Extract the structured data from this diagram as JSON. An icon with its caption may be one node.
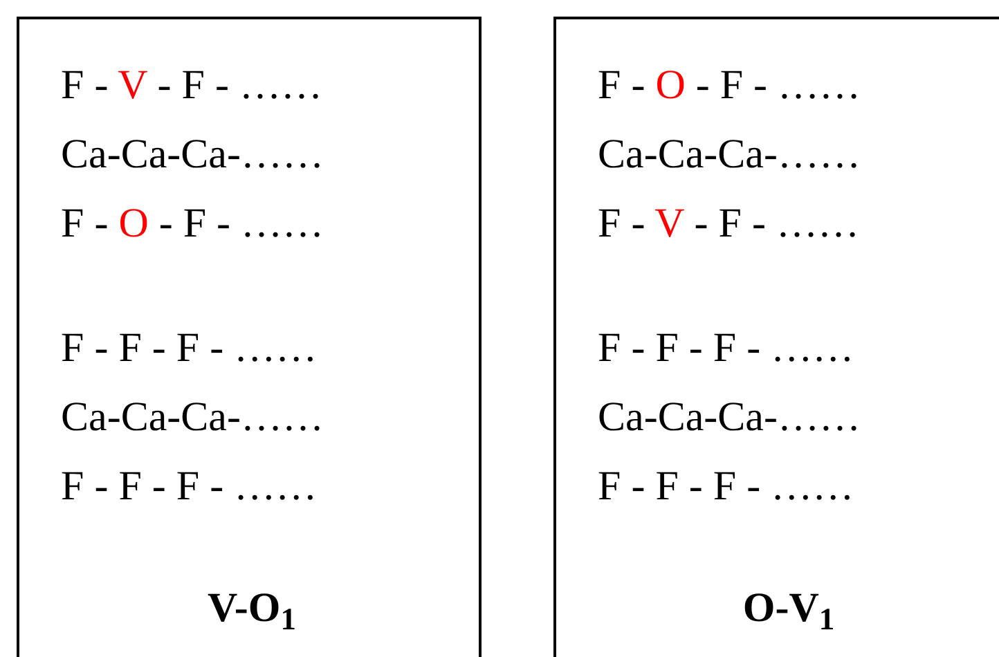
{
  "diagram": {
    "nodes": [
      {
        "text": [
          "F - V - F - ……",
          "Ca-Ca-Ca-……",
          "F - O - F - ……",
          "F - F - F - ……",
          "Ca-Ca-Ca-……",
          "F - F - F - ……",
          "V-O$_{1}$"
        ]
      },
      {
        "text": [
          "F - O - F - ……",
          "Ca-Ca-Ca-……",
          "F - V - F - ……",
          "F - F - F - ……",
          "Ca-Ca-Ca-……",
          "F - F - F - ……",
          "O-V$_{1}$"
        ]
      }
    ]
  }
}
